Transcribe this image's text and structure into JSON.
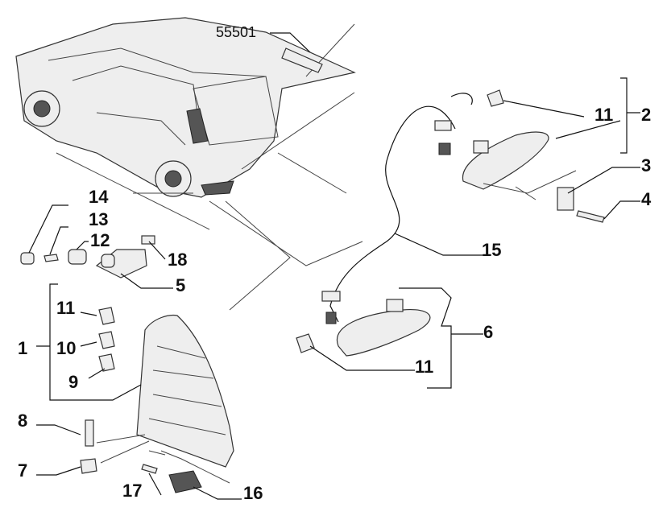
{
  "diagram": {
    "labels": {
      "ref_55501": "55501",
      "l2": "2",
      "l11a": "11",
      "l3": "3",
      "l4": "4",
      "l14": "14",
      "l13": "13",
      "l12": "12",
      "l18": "18",
      "l5": "5",
      "l15": "15",
      "l6": "6",
      "l11b": "11",
      "l1": "1",
      "l11c": "11",
      "l10": "10",
      "l9": "9",
      "l8": "8",
      "l7": "7",
      "l17": "17",
      "l16": "16"
    }
  }
}
